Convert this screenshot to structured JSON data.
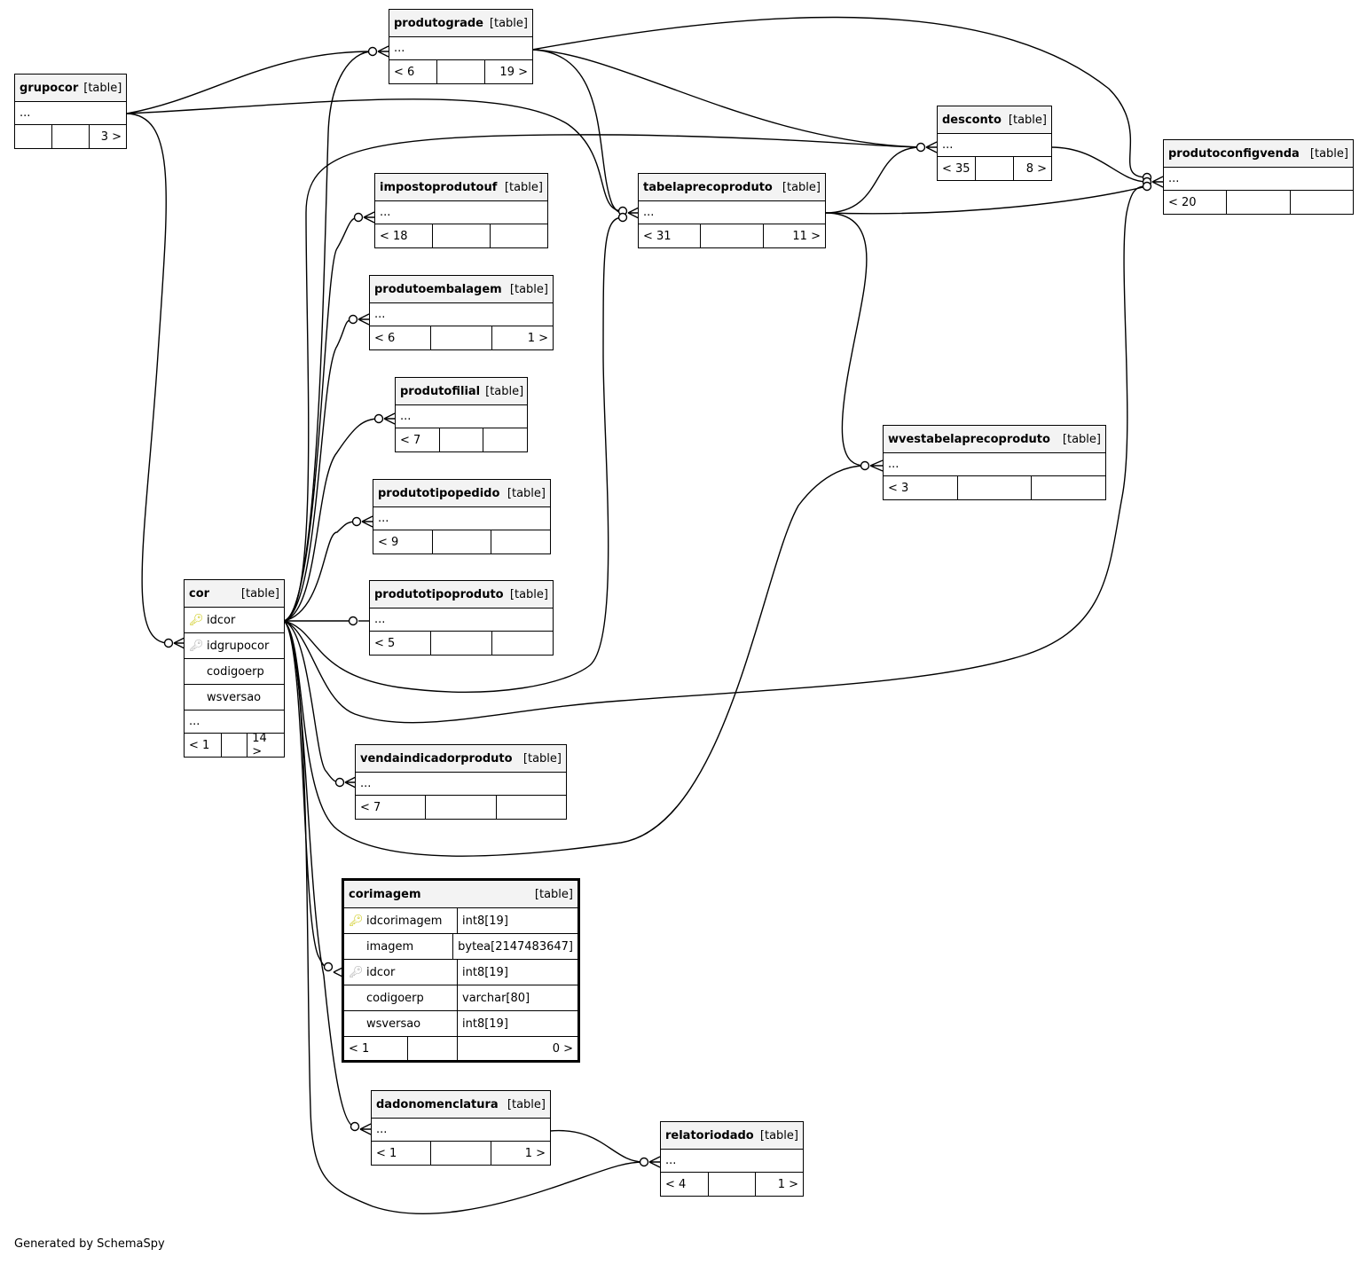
{
  "ellipsis": "...",
  "type_label": "[table]",
  "tables": {
    "grupocor": {
      "name": "grupocor",
      "footer": [
        "",
        "",
        "3 >"
      ]
    },
    "produtograde": {
      "name": "produtograde",
      "footer": [
        "< 6",
        "",
        "19 >"
      ]
    },
    "desconto": {
      "name": "desconto",
      "footer": [
        "< 35",
        "",
        "8 >"
      ]
    },
    "produtoconfigvenda": {
      "name": "produtoconfigvenda",
      "footer": [
        "< 20",
        "",
        ""
      ]
    },
    "tabelaprecoproduto": {
      "name": "tabelaprecoproduto",
      "footer": [
        "< 31",
        "",
        "11 >"
      ]
    },
    "impostoprodutouf": {
      "name": "impostoprodutouf",
      "footer": [
        "< 18",
        "",
        ""
      ]
    },
    "produtoembalagem": {
      "name": "produtoembalagem",
      "footer": [
        "< 6",
        "",
        "1 >"
      ]
    },
    "produtofilial": {
      "name": "produtofilial",
      "footer": [
        "< 7",
        "",
        ""
      ]
    },
    "produtotipopedido": {
      "name": "produtotipopedido",
      "footer": [
        "< 9",
        "",
        ""
      ]
    },
    "produtotipoproduto": {
      "name": "produtotipoproduto",
      "footer": [
        "< 5",
        "",
        ""
      ]
    },
    "wvestabelaprecoproduto": {
      "name": "wvestabelaprecoproduto",
      "footer": [
        "< 3",
        "",
        ""
      ]
    },
    "vendaindicadorproduto": {
      "name": "vendaindicadorproduto",
      "footer": [
        "< 7",
        "",
        ""
      ]
    },
    "dadonomenclatura": {
      "name": "dadonomenclatura",
      "footer": [
        "< 1",
        "",
        "1 >"
      ]
    },
    "relatoriodado": {
      "name": "relatoriodado",
      "footer": [
        "< 4",
        "",
        "1 >"
      ]
    },
    "cor": {
      "name": "cor",
      "columns": [
        {
          "name": "idcor",
          "key": "pk"
        },
        {
          "name": "idgrupocor",
          "key": "fk"
        },
        {
          "name": "codigoerp",
          "key": ""
        },
        {
          "name": "wsversao",
          "key": ""
        }
      ],
      "footer": [
        "< 1",
        "",
        "14 >"
      ]
    },
    "corimagem": {
      "name": "corimagem",
      "columns": [
        {
          "name": "idcorimagem",
          "type": "int8[19]",
          "key": "pk"
        },
        {
          "name": "imagem",
          "type": "bytea[2147483647]",
          "key": ""
        },
        {
          "name": "idcor",
          "type": "int8[19]",
          "key": "fk"
        },
        {
          "name": "codigoerp",
          "type": "varchar[80]",
          "key": ""
        },
        {
          "name": "wsversao",
          "type": "int8[19]",
          "key": ""
        }
      ],
      "footer": [
        "< 1",
        "",
        "0 >"
      ]
    }
  },
  "footer_note": "Generated by SchemaSpy"
}
